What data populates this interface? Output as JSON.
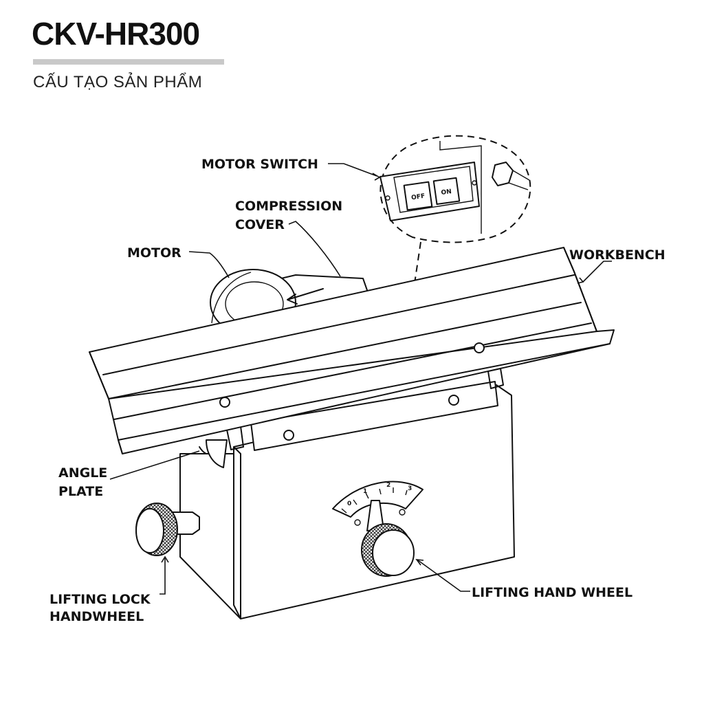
{
  "header": {
    "title": "CKV-HR300",
    "subtitle": "CẤU TẠO SẢN PHẨM"
  },
  "labels": {
    "motor_switch": "MOTOR SWITCH",
    "compression_cover_line1": "COMPRESSION",
    "compression_cover_line2": "COVER",
    "motor": "MOTOR",
    "workbench": "WORKBENCH",
    "angle_plate_line1": "ANGLE",
    "angle_plate_line2": "PLATE",
    "lifting_lock_line1": "LIFTING LOCK",
    "lifting_lock_line2": "HANDWHEEL",
    "lifting_hand_wheel": "LIFTING HAND WHEEL"
  },
  "switch": {
    "off_label": "OFF",
    "on_label": "ON"
  },
  "dial": {
    "ticks": [
      "0",
      "1",
      "2",
      "3"
    ]
  },
  "colors": {
    "title_rule": "#c9c9c9",
    "ink": "#111111"
  }
}
